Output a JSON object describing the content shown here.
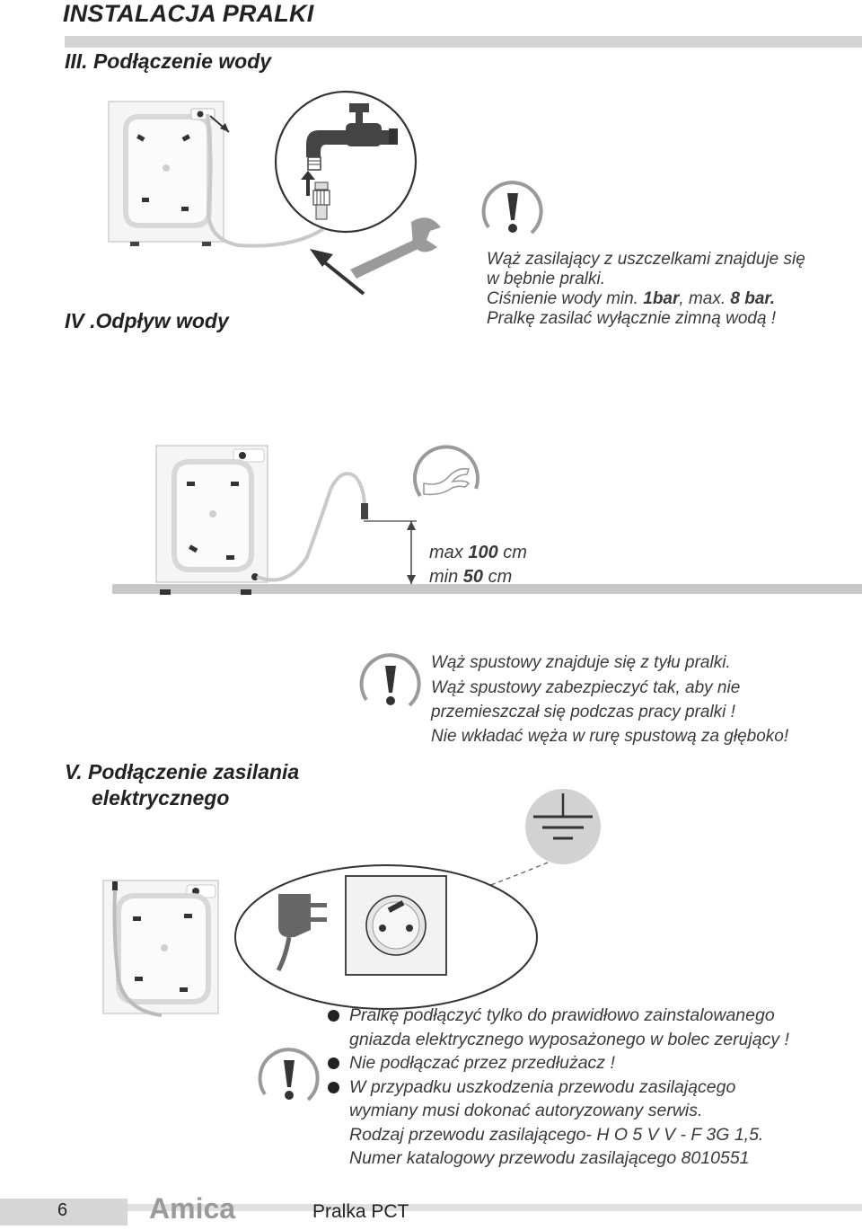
{
  "header": {
    "title": "INSTALACJA PRALKI"
  },
  "sections": {
    "water": {
      "heading": "III. Podłączenie wody"
    },
    "drain": {
      "heading": "IV .Odpływ wody"
    },
    "power": {
      "heading_line1": "V. Podłączenie zasilania",
      "heading_line2": "elektrycznego"
    }
  },
  "water_note": {
    "line1": "Wąż zasilający z uszczelkami znajduje się",
    "line2": "w bębnie pralki.",
    "line3_pre": "Ciśnienie wody min. ",
    "line3_min": "1bar",
    "line3_mid": ",  max. ",
    "line3_max": "8 bar.",
    "line4": "Pralkę zasilać wyłącznie zimną wodą !"
  },
  "hose_height": {
    "max_label": "max ",
    "max_value": "100",
    "max_unit": " cm",
    "min_label": "min ",
    "min_value": "50",
    "min_unit": " cm"
  },
  "drain_note": {
    "line1": "Wąż spustowy znajduje się z tyłu pralki.",
    "line2": "Wąż spustowy  zabezpieczyć tak, aby nie",
    "line3": "przemieszczał się podczas pracy pralki !",
    "line4": "Nie wkładać węża w rurę spustową za głęboko!"
  },
  "power_notes": {
    "b1_line1": "Pralkę podłączyć tylko do prawidłowo zainstalowanego",
    "b1_line2": "gniazda elektrycznego wyposażonego w bolec zerujący !",
    "b2": "Nie podłączać przez przedłużacz !",
    "b3_line1": "W przypadku uszkodzenia przewodu zasilającego",
    "b3_line2": "wymiany musi dokonać autoryzowany serwis.",
    "b3_line3": "Rodzaj przewodu zasilającego- H O 5 V V - F 3G 1,5.",
    "b3_line4": "Numer katalogowy przewodu zasilającego 8010551"
  },
  "footer": {
    "page_number": "6",
    "brand": "Amica",
    "product": "Pralka PCT"
  },
  "icons": {
    "warning": "exclamation-icon",
    "hand": "hand-icon",
    "ground": "ground-symbol-icon",
    "plug": "plug-icon",
    "socket": "socket-icon",
    "wrench": "wrench-icon",
    "tap": "water-tap-icon"
  },
  "colors": {
    "gray_light": "#d4d4d4",
    "gray_mid": "#9a9a9a",
    "ink": "#2b2b2b"
  }
}
